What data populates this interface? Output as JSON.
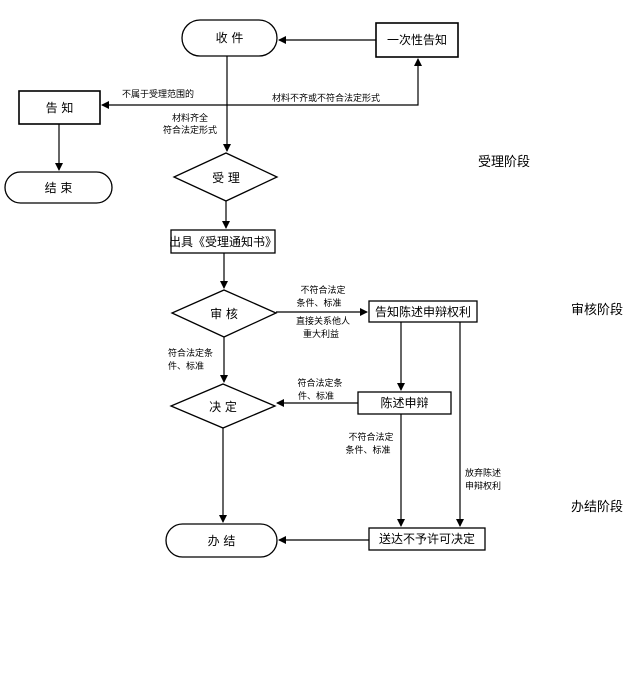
{
  "nodes": {
    "receive": "收 件",
    "one_time_notice": "一次性告知",
    "notify": "告 知",
    "end": "结 束",
    "accept": "受 理",
    "issue_notice": "出具《受理通知书》",
    "review": "审 核",
    "notify_rights": "告知陈述申辩权利",
    "decide": "决 定",
    "statement_defense": "陈述申辩",
    "conclude": "办 结",
    "deliver_no_permit": "送达不予许可决定"
  },
  "edge_labels": {
    "not_in_scope": "不属于受理范围的",
    "incomplete_materials": "材料不齐或不符合法定形式",
    "complete_line1": "材料齐全",
    "complete_line2": "符合法定形式",
    "nonconform_review_line1": "不符合法定",
    "nonconform_review_line2": "条件、标准",
    "third_party_line1": "直接关系他人",
    "third_party_line2": "重大利益",
    "conform_review_line1": "符合法定条",
    "conform_review_line2": "件、标准",
    "conform_defense_line1": "符合法定条",
    "conform_defense_line2": "件、标准",
    "nonconform_defense_line1": "不符合法定",
    "nonconform_defense_line2": "条件、标准",
    "waive_line1": "放弃陈述",
    "waive_line2": "申辩权利"
  },
  "stages": {
    "acceptance": "受理阶段",
    "review": "审核阶段",
    "completion": "办结阶段"
  }
}
